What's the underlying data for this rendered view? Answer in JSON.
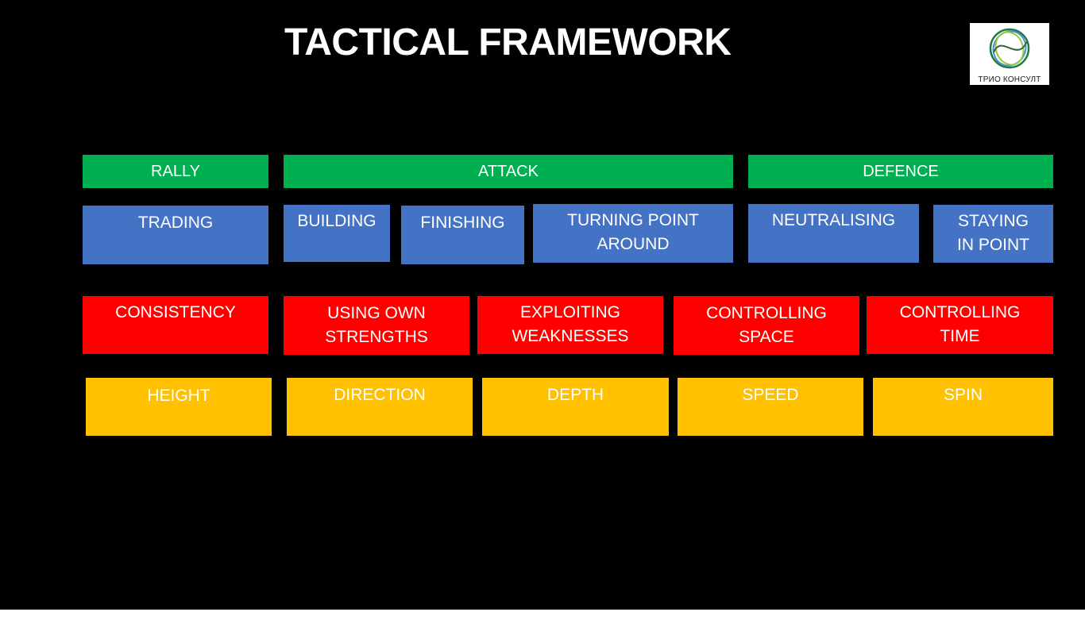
{
  "title": "TACTICAL FRAMEWORK",
  "logo": {
    "text": "ТРИО КОНСУЛТ",
    "icon": "trio-consult-logo"
  },
  "colors": {
    "background": "#000000",
    "phase": "#00b050",
    "situation": "#4472c4",
    "intention": "#ff0000",
    "ball_quality": "#ffc000"
  },
  "phases": [
    "RALLY",
    "ATTACK",
    "DEFENCE"
  ],
  "situations": [
    "TRADING",
    "BUILDING",
    "FINISHING",
    "TURNING POINT\nAROUND",
    "NEUTRALISING",
    "STAYING\nIN POINT"
  ],
  "intentions": [
    "CONSISTENCY",
    "USING OWN\nSTRENGTHS",
    "EXPLOITING\nWEAKNESSES",
    "CONTROLLING\nSPACE",
    "CONTROLLING\nTIME"
  ],
  "ball_qualities": [
    "HEIGHT",
    "DIRECTION",
    "DEPTH",
    "SPEED",
    "SPIN"
  ]
}
